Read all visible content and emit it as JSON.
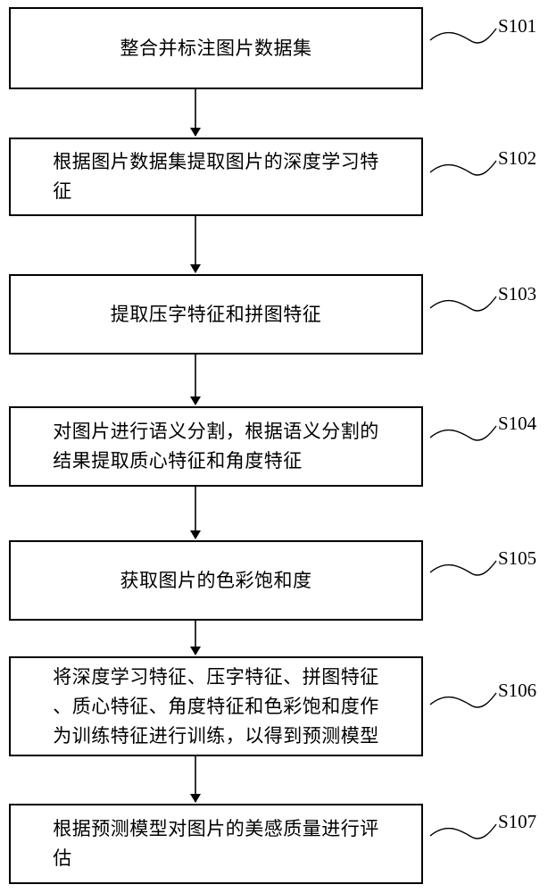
{
  "steps": [
    {
      "id": "S101",
      "text": "整合并标注图片数据集"
    },
    {
      "id": "S102",
      "text": "根据图片数据集提取图片的深度学习特\n征"
    },
    {
      "id": "S103",
      "text": "提取压字特征和拼图特征"
    },
    {
      "id": "S104",
      "text": "对图片进行语义分割，根据语义分割的\n结果提取质心特征和角度特征"
    },
    {
      "id": "S105",
      "text": "获取图片的色彩饱和度"
    },
    {
      "id": "S106",
      "text": "将深度学习特征、压字特征、拼图特征\n、质心特征、角度特征和色彩饱和度作\n为训练特征进行训练，以得到预测模型"
    },
    {
      "id": "S107",
      "text": "根据预测模型对图片的美感质量进行评\n估"
    }
  ]
}
